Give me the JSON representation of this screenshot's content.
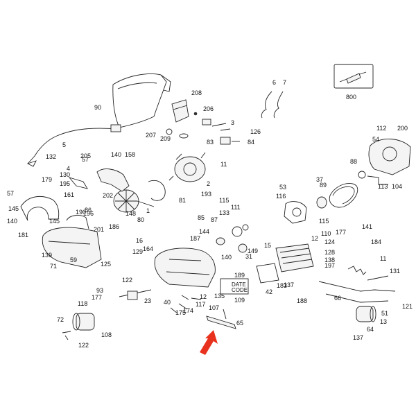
{
  "diagram": {
    "labels": [
      "90",
      "208",
      "6",
      "7",
      "800",
      "206",
      "3",
      "126",
      "207",
      "209",
      "83",
      "84",
      "5",
      "132",
      "205",
      "140",
      "158",
      "57",
      "11",
      "112",
      "200",
      "54",
      "4",
      "88",
      "179",
      "130",
      "195",
      "2",
      "37",
      "113",
      "104",
      "53",
      "89",
      "193",
      "115",
      "57",
      "161",
      "202",
      "81",
      "1",
      "116",
      "145",
      "190",
      "86",
      "148",
      "85",
      "111",
      "140",
      "145",
      "201",
      "80",
      "87",
      "115",
      "141",
      "186",
      "133",
      "110",
      "181",
      "144",
      "177",
      "184",
      "187",
      "12",
      "124",
      "139",
      "16",
      "129",
      "164",
      "196",
      "149",
      "31",
      "140",
      "15",
      "11",
      "125",
      "59",
      "131",
      "71",
      "128",
      "138",
      "197",
      "135",
      "42",
      "137",
      "183",
      "188",
      "66",
      "121",
      "122",
      "189",
      "93",
      "177",
      "23",
      "40",
      "12",
      "117",
      "175",
      "174",
      "118",
      "109",
      "51",
      "13",
      "72",
      "108",
      "65",
      "64",
      "122",
      "107",
      "137",
      "13"
    ],
    "date_code_line1": "DATE",
    "date_code_line2": "CODE"
  },
  "colors": {
    "line": "#222222",
    "arrow": "#e8321e",
    "background": "#ffffff"
  }
}
